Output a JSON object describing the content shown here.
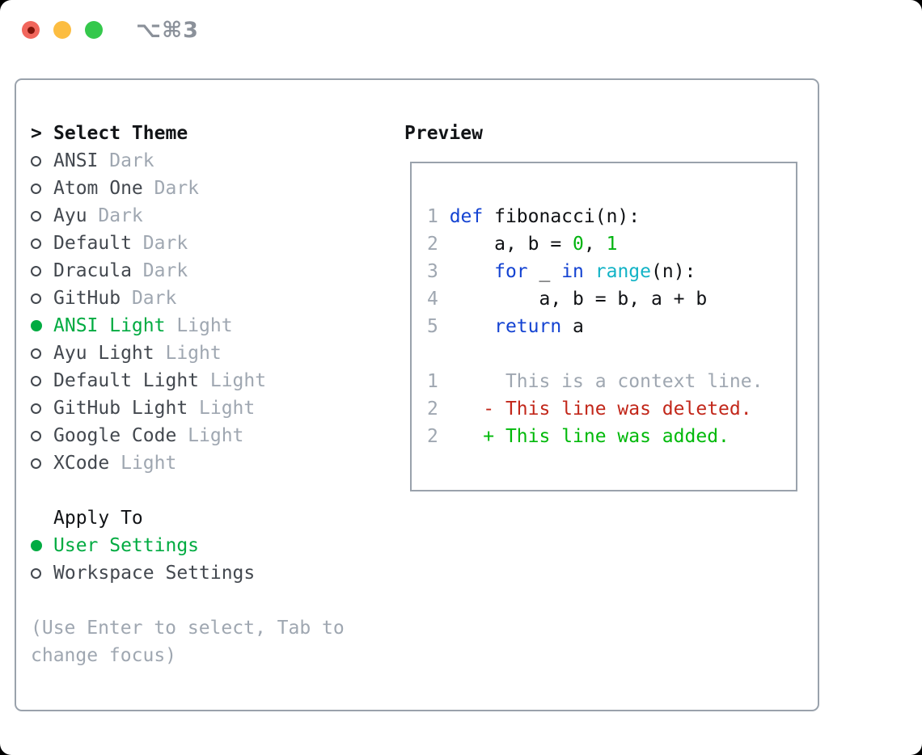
{
  "window": {
    "title": "⌥⌘3",
    "traffic_lights": {
      "close": "close-button",
      "minimize": "minimize-button",
      "zoom": "zoom-button"
    }
  },
  "selector": {
    "prompt": ">",
    "title": "Select Theme",
    "items": [
      {
        "name": "ANSI",
        "variant": "Dark",
        "selected": false
      },
      {
        "name": "Atom One",
        "variant": "Dark",
        "selected": false
      },
      {
        "name": "Ayu",
        "variant": "Dark",
        "selected": false
      },
      {
        "name": "Default",
        "variant": "Dark",
        "selected": false
      },
      {
        "name": "Dracula",
        "variant": "Dark",
        "selected": false
      },
      {
        "name": "GitHub",
        "variant": "Dark",
        "selected": false
      },
      {
        "name": "ANSI Light",
        "variant": "Light",
        "selected": true
      },
      {
        "name": "Ayu Light",
        "variant": "Light",
        "selected": false
      },
      {
        "name": "Default Light",
        "variant": "Light",
        "selected": false
      },
      {
        "name": "GitHub Light",
        "variant": "Light",
        "selected": false
      },
      {
        "name": "Google Code",
        "variant": "Light",
        "selected": false
      },
      {
        "name": "XCode",
        "variant": "Light",
        "selected": false
      }
    ],
    "apply_to": {
      "title": "Apply To",
      "options": [
        {
          "name": "User Settings",
          "selected": true
        },
        {
          "name": "Workspace Settings",
          "selected": false
        }
      ]
    },
    "help": [
      "(Use Enter to select, Tab to",
      "change focus)"
    ]
  },
  "preview": {
    "title": "Preview",
    "lines": [
      {
        "segments": []
      },
      {
        "segments": [
          {
            "t": "1 ",
            "c": "num"
          },
          {
            "t": "def",
            "c": "kw"
          },
          {
            "t": " fibonacci(n):",
            "c": "fg"
          }
        ]
      },
      {
        "segments": [
          {
            "t": "2 ",
            "c": "num"
          },
          {
            "t": "    a, b = ",
            "c": "fg"
          },
          {
            "t": "0",
            "c": "lit"
          },
          {
            "t": ", ",
            "c": "fg"
          },
          {
            "t": "1",
            "c": "lit"
          }
        ]
      },
      {
        "segments": [
          {
            "t": "3 ",
            "c": "num"
          },
          {
            "t": "    ",
            "c": "fg"
          },
          {
            "t": "for",
            "c": "kw"
          },
          {
            "t": " _ ",
            "c": "fg"
          },
          {
            "t": "in",
            "c": "kw"
          },
          {
            "t": " ",
            "c": "fg"
          },
          {
            "t": "range",
            "c": "fn"
          },
          {
            "t": "(n):",
            "c": "fg"
          }
        ]
      },
      {
        "segments": [
          {
            "t": "4 ",
            "c": "num"
          },
          {
            "t": "        a, b = b, a + b",
            "c": "fg"
          }
        ]
      },
      {
        "segments": [
          {
            "t": "5 ",
            "c": "num"
          },
          {
            "t": "    ",
            "c": "fg"
          },
          {
            "t": "return",
            "c": "kw"
          },
          {
            "t": " a",
            "c": "fg"
          }
        ]
      },
      {
        "segments": []
      },
      {
        "segments": [
          {
            "t": "1",
            "c": "num"
          },
          {
            "t": "      This is a context line.",
            "c": "ctx"
          }
        ]
      },
      {
        "segments": [
          {
            "t": "2",
            "c": "num"
          },
          {
            "t": "    ",
            "c": "fg"
          },
          {
            "t": "- This line was deleted.",
            "c": "del"
          }
        ]
      },
      {
        "segments": [
          {
            "t": "2",
            "c": "num"
          },
          {
            "t": "    ",
            "c": "fg"
          },
          {
            "t": "+ This line was added.",
            "c": "add"
          }
        ]
      }
    ]
  },
  "colors": {
    "heading_fg": "#121417",
    "item_fg": "#43484f",
    "code_fg": "#101215",
    "muted": "#9fa7b1",
    "selection_green": "#00ab41",
    "keyword_blue": "#1443d2",
    "function_cyan": "#12b3c6",
    "literal_green": "#00b30f",
    "diff_red": "#c2271a",
    "diff_green": "#00b90a",
    "border_gray": "#9aa2ac",
    "titlebar_text": "#8b919a",
    "light_red": "#f1665c",
    "light_red_dot": "#7f1309",
    "light_yellow": "#fcbd41",
    "light_green": "#35c84c"
  }
}
